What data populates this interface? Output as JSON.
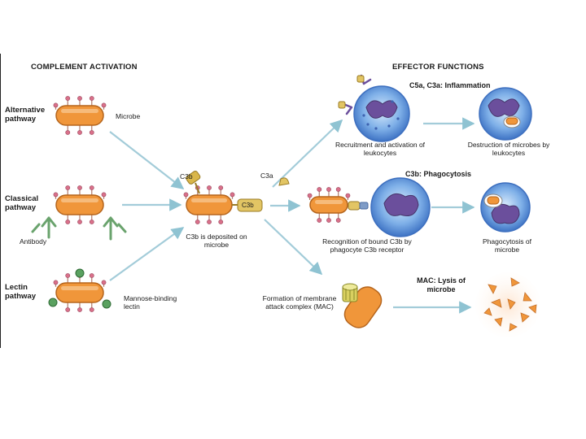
{
  "diagram": {
    "headings": {
      "left": "COMPLEMENT ACTIVATION",
      "right": "EFFECTOR FUNCTIONS"
    },
    "pathways": [
      {
        "label": "Alternative pathway",
        "note": "Microbe"
      },
      {
        "label": "Classical pathway",
        "note": "Antibody"
      },
      {
        "label": "Lectin pathway",
        "note": "Mannose-binding lectin"
      }
    ],
    "center": {
      "tag": "C3b",
      "caption": "C3b is deposited on microbe",
      "split_tag": "C3a"
    },
    "effectors": {
      "inflammation": {
        "title": "C5a, C3a: Inflammation",
        "step1": "Recruitment and activation of leukocytes",
        "step2": "Destruction of microbes by leukocytes"
      },
      "phagocytosis": {
        "title": "C3b: Phagocytosis",
        "step1": "Recognition of bound C3b by phagocyte C3b receptor",
        "step2": "Phagocytosis of microbe"
      },
      "lysis": {
        "title": "MAC: Lysis of microbe",
        "step1": "Formation of membrane attack complex (MAC)"
      }
    },
    "colors": {
      "microbe": "#f0963a",
      "arrow": "#9cc9d6",
      "leukocyte": "#4a7fd0",
      "nucleus": "#6b4f9c",
      "lectin": "#5aa160",
      "c3b": "#d9b64a"
    }
  }
}
